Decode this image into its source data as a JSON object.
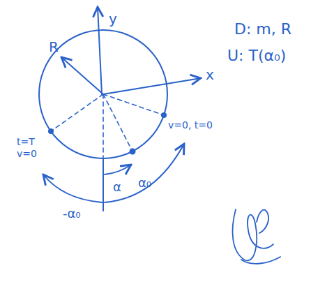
{
  "diagram": {
    "labels": [
      "D: m, R",
      "U: T(α₀)",
      "y",
      "x",
      "R",
      "v=0, t=0",
      "t=T",
      "v=0",
      "α",
      "α₀",
      "-α₀"
    ]
  }
}
